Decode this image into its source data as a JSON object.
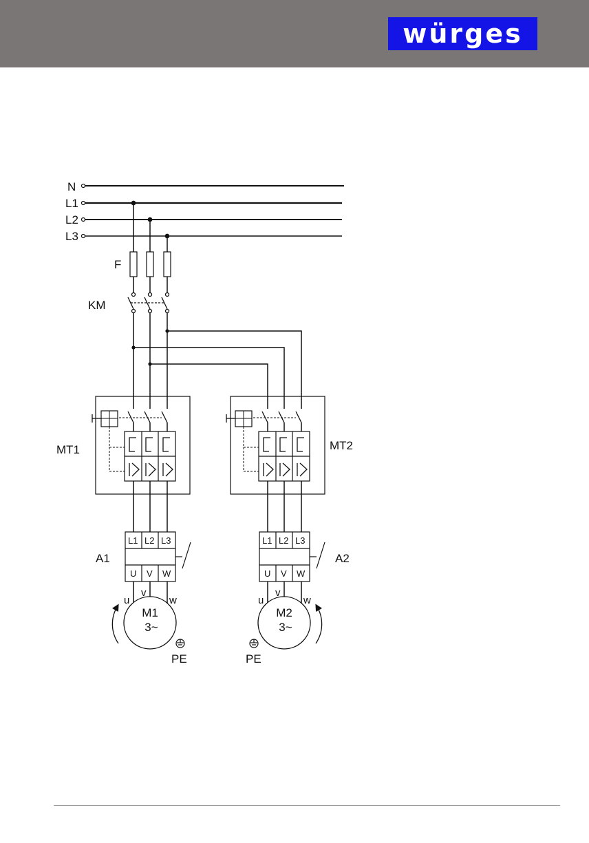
{
  "header": {
    "logo_text": "würges",
    "logo_color": "#1414e6",
    "bar_color": "#7a7675"
  },
  "diagram": {
    "lines": {
      "n": "N",
      "l1": "L1",
      "l2": "L2",
      "l3": "L3"
    },
    "fuse": "F",
    "contactor": "KM",
    "breaker_1": "MT1",
    "breaker_2": "MT2",
    "vfd_1": {
      "name": "A1",
      "inputs": [
        "L1",
        "L2",
        "L3"
      ],
      "outputs": [
        "U",
        "V",
        "W"
      ]
    },
    "vfd_2": {
      "name": "A2",
      "inputs": [
        "L1",
        "L2",
        "L3"
      ],
      "outputs": [
        "U",
        "V",
        "W"
      ]
    },
    "motor_1": {
      "name": "M1",
      "phase": "3~",
      "terminals": [
        "u",
        "v",
        "w"
      ],
      "earth": "PE"
    },
    "motor_2": {
      "name": "M2",
      "phase": "3~",
      "terminals": [
        "u",
        "v",
        "w"
      ],
      "earth": "PE"
    }
  }
}
